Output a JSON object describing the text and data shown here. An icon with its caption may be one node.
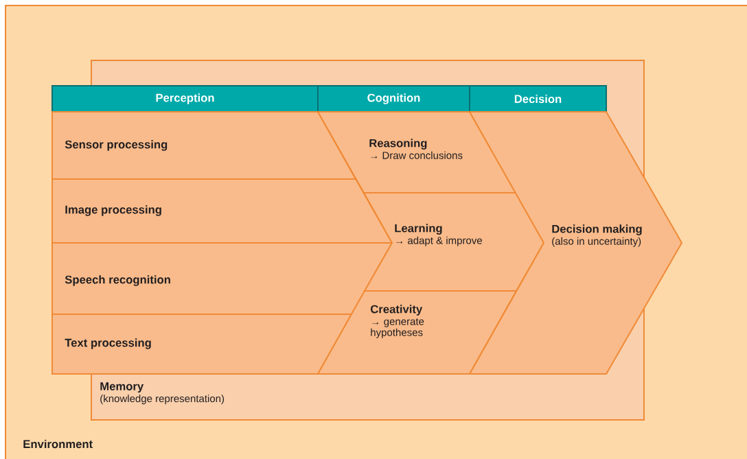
{
  "diagram": {
    "nodes": [
      {
        "text": [
          "Environment"
        ]
      },
      {
        "text": [
          "Memory",
          "(knowledge representation)"
        ],
        "in": 0
      },
      {
        "text": [
          "Perception"
        ],
        "in": 0
      },
      {
        "text": [
          "Cognition"
        ],
        "in": 1
      },
      {
        "text": [
          "Decision"
        ],
        "in": 1
      },
      {
        "text": [
          "Sensor processing"
        ],
        "in": 0
      },
      {
        "text": [
          "Image processing"
        ],
        "in": 0
      },
      {
        "text": [
          "Speech recognition"
        ],
        "in": 0
      },
      {
        "text": [
          "Text processing"
        ],
        "in": 0
      },
      {
        "text": [
          "Reasoning",
          "→ Draw conclusions"
        ],
        "in": 1
      },
      {
        "text": [
          "Learning",
          "→ adapt & improve"
        ],
        "in": 1
      },
      {
        "text": [
          "Creativity",
          "→ generate hypotheses"
        ],
        "in": 1
      },
      {
        "text": [
          "Decision making",
          "(also in uncertainty)"
        ],
        "in": 0
      }
    ]
  }
}
